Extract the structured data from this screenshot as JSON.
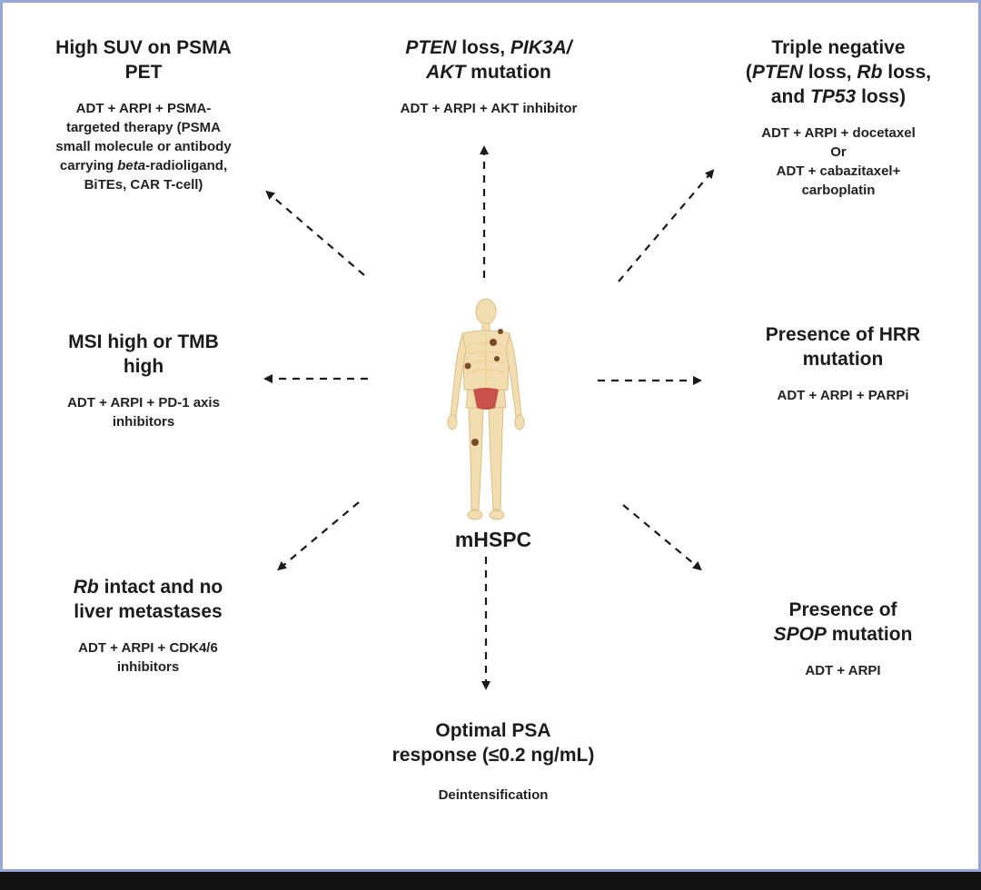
{
  "center": {
    "label": "mHSPC",
    "figure_icon": "human-skeleton-icon"
  },
  "nodes": {
    "psma": {
      "title_l1": "High SUV on PSMA",
      "title_l2": "PET",
      "sub_l1": "ADT + ARPI + PSMA-",
      "sub_l2": "targeted therapy (PSMA",
      "sub_l3": "small molecule or antibody",
      "sub_l4_a": "carrying ",
      "sub_l4_b": "beta",
      "sub_l4_c": "-radioligand,",
      "sub_l5": "BiTEs, CAR T-cell)"
    },
    "pten": {
      "t1_a": "PTEN",
      "t1_b": " loss, ",
      "t1_c": "PIK3A/",
      "t2_a": "AKT",
      "t2_b": " mutation",
      "sub": "ADT + ARPI + AKT inhibitor"
    },
    "triple": {
      "t1": "Triple negative",
      "t2_a": "(",
      "t2_b": "PTEN",
      "t2_c": " loss, ",
      "t2_d": "Rb",
      "t2_e": " loss,",
      "t3_a": "and ",
      "t3_b": "TP53",
      "t3_c": " loss)",
      "sub_l1": "ADT + ARPI + docetaxel",
      "sub_l2": "Or",
      "sub_l3": "ADT + cabazitaxel+",
      "sub_l4": "carboplatin"
    },
    "msi": {
      "title_l1": "MSI high or TMB",
      "title_l2": "high",
      "sub_l1": "ADT + ARPI + PD-1 axis",
      "sub_l2": "inhibitors"
    },
    "hrr": {
      "title_l1": "Presence of HRR",
      "title_l2": "mutation",
      "sub": "ADT + ARPI + PARPi"
    },
    "rb": {
      "t1_a": "Rb",
      "t1_b": " intact and no",
      "t2": "liver metastases",
      "sub_l1": "ADT + ARPI + CDK4/6",
      "sub_l2": "inhibitors"
    },
    "spop": {
      "t1": "Presence of",
      "t2_a": "SPOP",
      "t2_b": " mutation",
      "sub": "ADT + ARPI"
    },
    "psa": {
      "title_l1": "Optimal PSA",
      "title_l2": "response (≤0.2 ng/mL)",
      "sub": "Deintensification"
    }
  }
}
